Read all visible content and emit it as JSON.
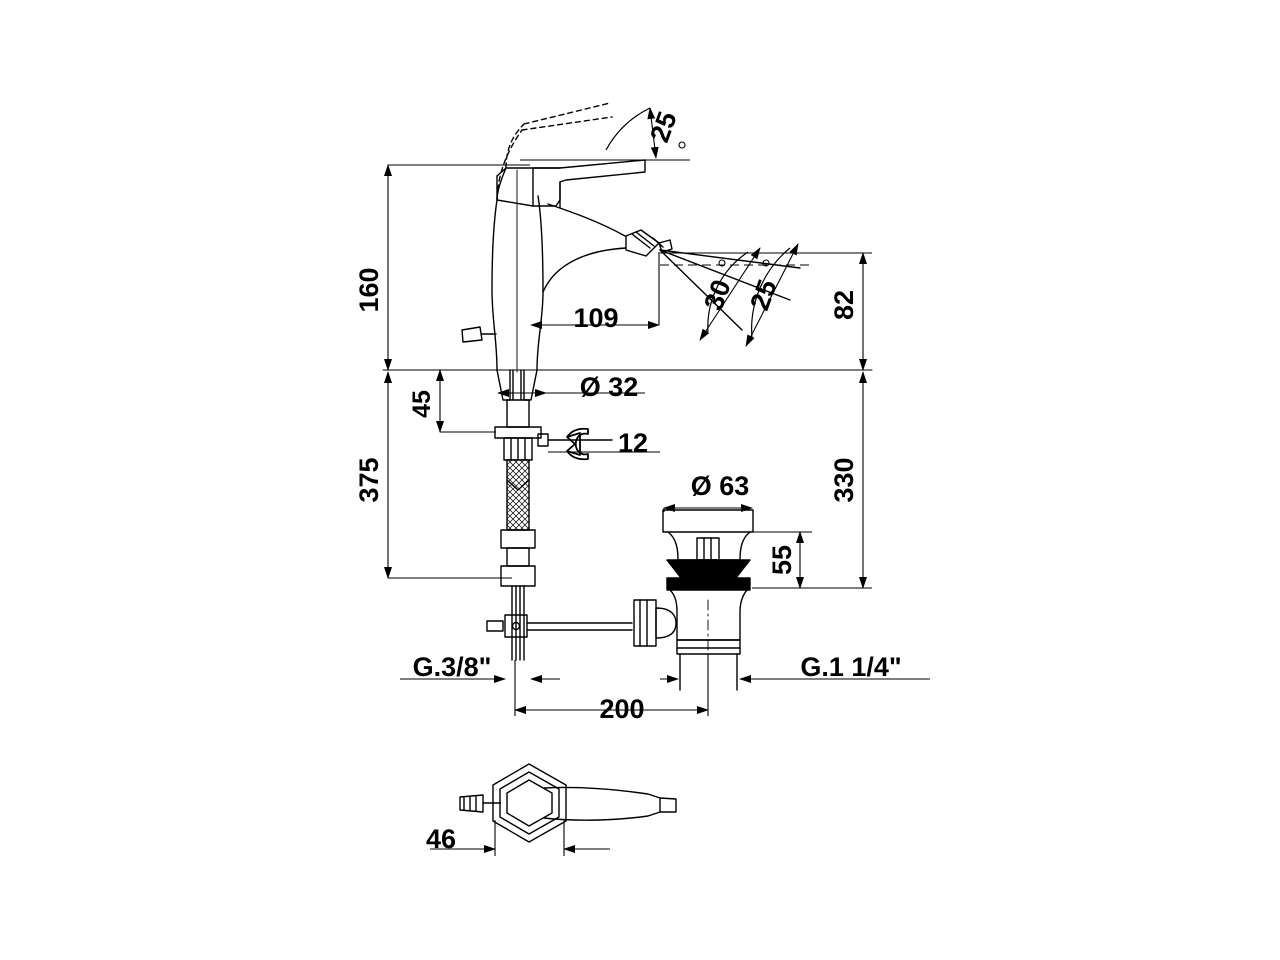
{
  "drawing": {
    "title": "Bidet mixer tap technical dimension drawing",
    "background_color": "#ffffff",
    "line_color": "#000000",
    "units": "mm",
    "views": [
      {
        "name": "side-elevation",
        "label": ""
      },
      {
        "name": "handle-top-view",
        "label": ""
      }
    ]
  },
  "dimensions": {
    "height_above_deck": "160",
    "total_below_deck": "375",
    "thread_length": "45",
    "spout_reach": "109",
    "spout_angle_open": "25",
    "spray_angle_wide": "30",
    "spray_angle_narrow": "25",
    "spout_height": "82",
    "drain_below_deck": "330",
    "base_diameter": "Ø 32",
    "wrench_size": "12",
    "drain_flange_diameter": "Ø 63",
    "drain_body_height": "55",
    "drain_offset": "200",
    "handle_width": "46",
    "supply_thread": "G.3/8\"",
    "drain_thread": "G.1 1/4\"",
    "degree_symbol": "°"
  },
  "icons": {
    "wrench": "open-end-wrench",
    "diameter": "Ø"
  }
}
